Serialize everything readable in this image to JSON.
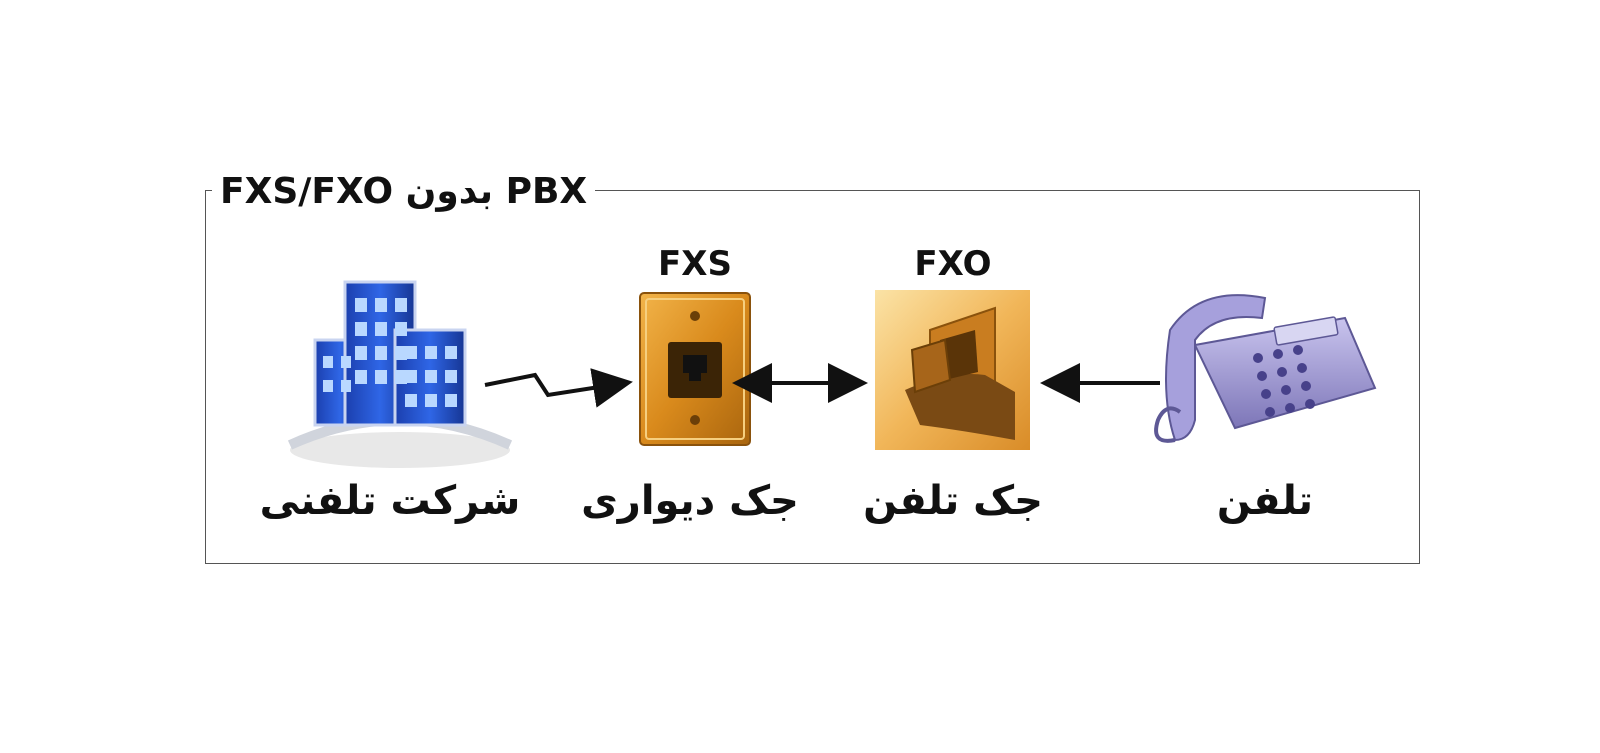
{
  "diagram": {
    "title": "FXS/FXO بدون PBX",
    "nodes": {
      "company": {
        "label": "شرکت تلفنی",
        "icon": "office-building-icon"
      },
      "wall_jack": {
        "top_label": "FXS",
        "label": "جک دیواری",
        "icon": "wall-jack-icon"
      },
      "phone_jack": {
        "top_label": "FXO",
        "label": "جک تلفن",
        "icon": "phone-plug-icon"
      },
      "telephone": {
        "label": "تلفن",
        "icon": "desk-telephone-icon"
      }
    },
    "connectors": [
      {
        "from": "company",
        "to": "wall_jack",
        "style": "zigzag-arrow"
      },
      {
        "from": "wall_jack",
        "to": "phone_jack",
        "style": "double-arrow"
      },
      {
        "from": "telephone",
        "to": "phone_jack",
        "style": "arrow"
      }
    ]
  }
}
